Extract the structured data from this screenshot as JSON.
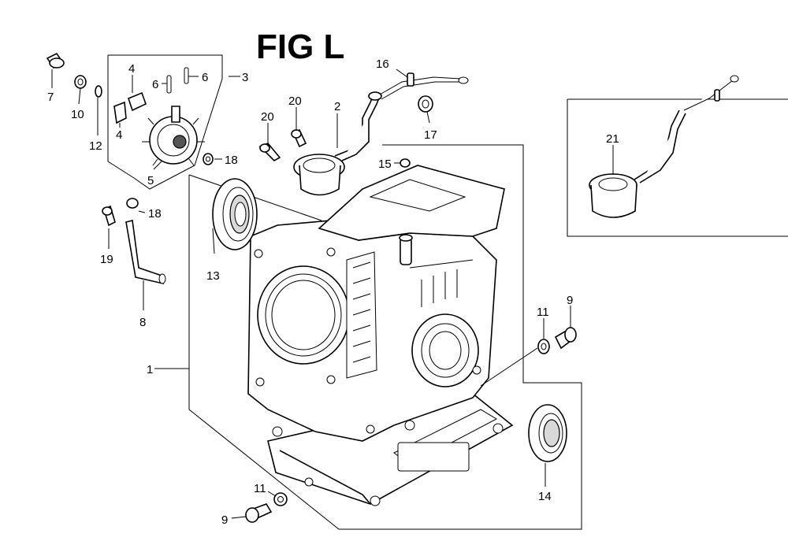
{
  "title": "FIG L",
  "callouts": {
    "c1": "1",
    "c2": "2",
    "c3": "3",
    "c4a": "4",
    "c4b": "4",
    "c5": "5",
    "c6a": "6",
    "c6b": "6",
    "c7": "7",
    "c8": "8",
    "c9a": "9",
    "c9b": "9",
    "c10": "10",
    "c11a": "11",
    "c11b": "11",
    "c12": "12",
    "c13": "13",
    "c14": "14",
    "c15": "15",
    "c16": "16",
    "c17": "17",
    "c18a": "18",
    "c18b": "18",
    "c19": "19",
    "c20a": "20",
    "c20b": "20",
    "c21": "21"
  }
}
